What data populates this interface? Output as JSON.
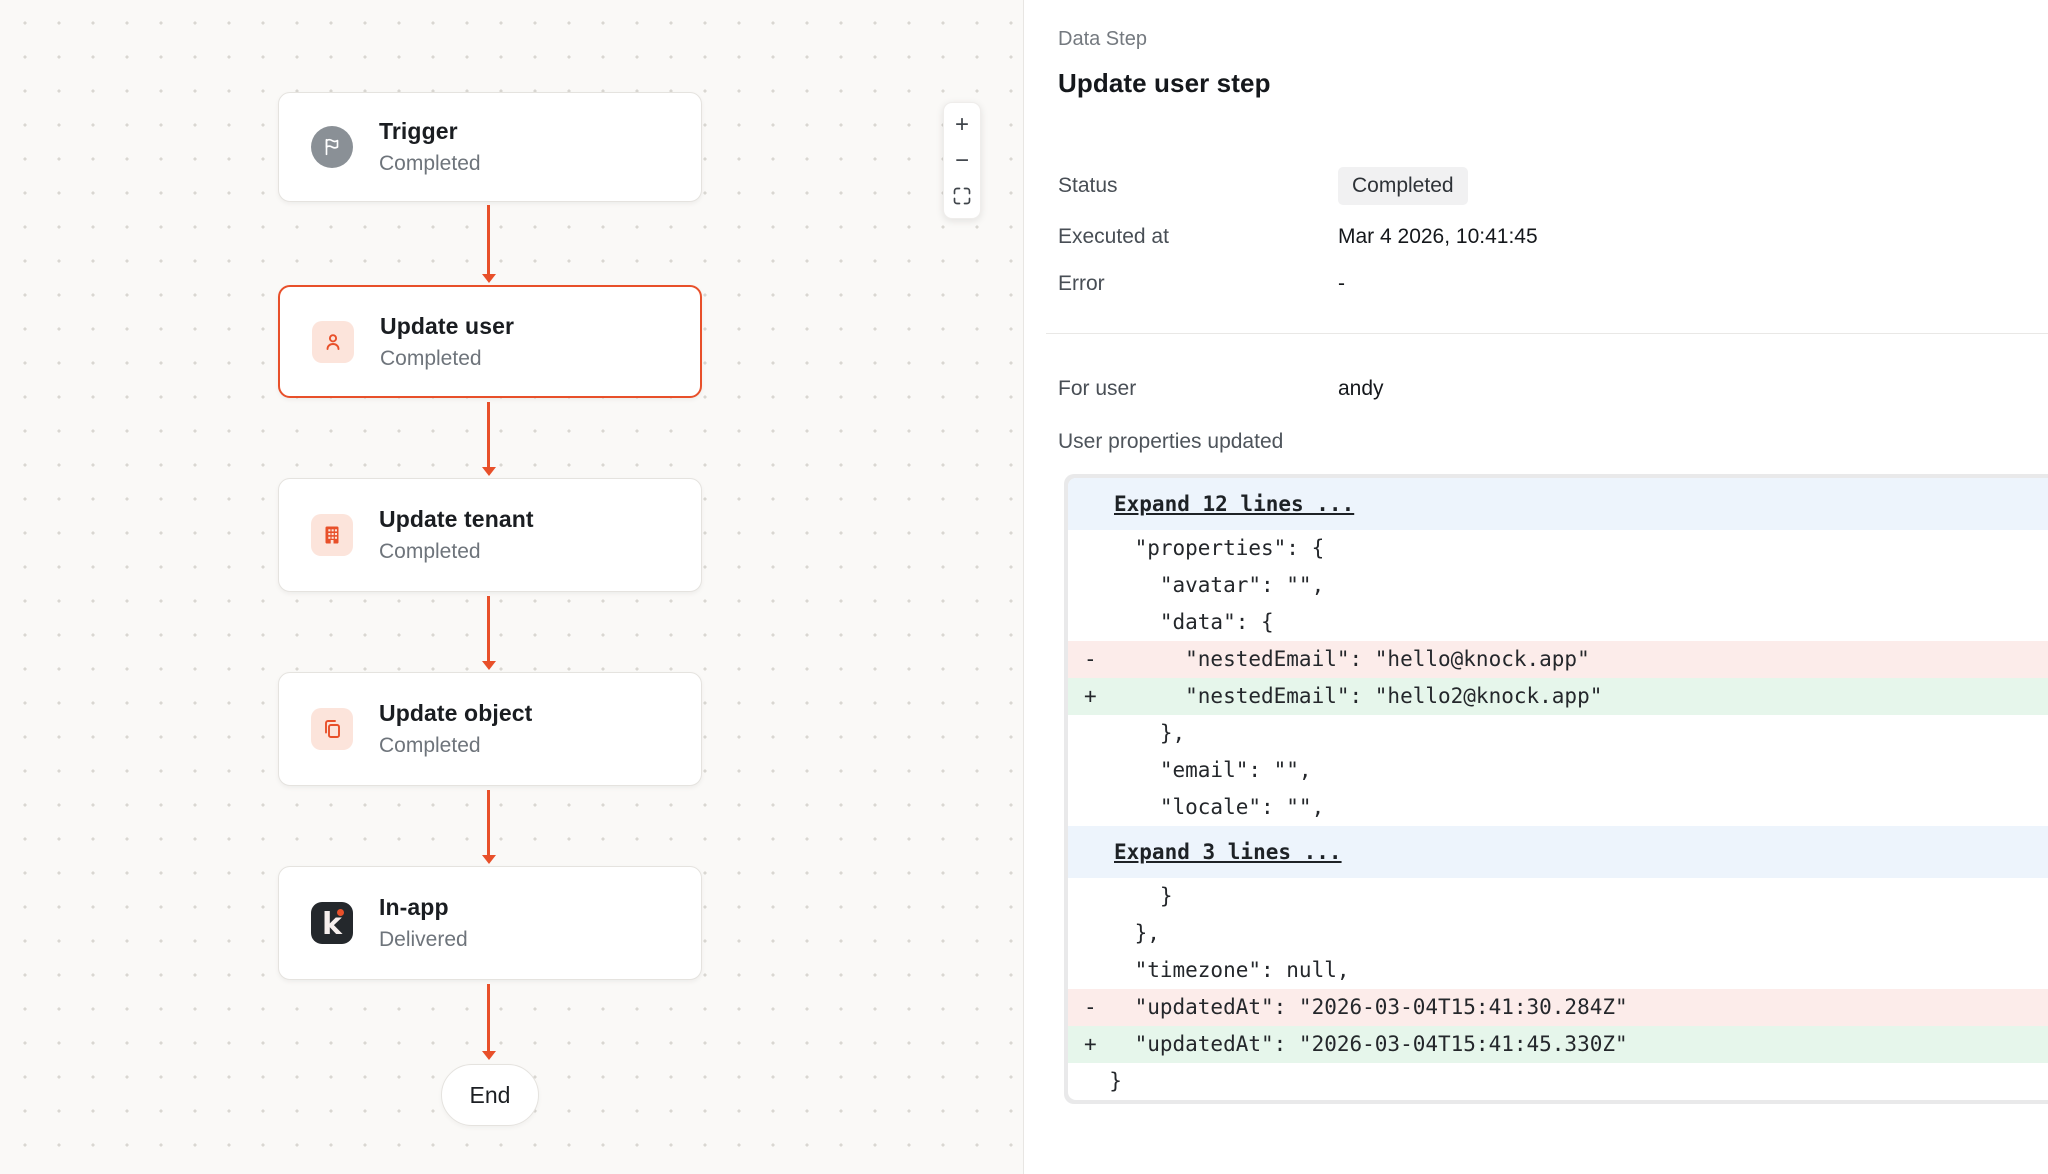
{
  "colors": {
    "accent": "#e8502a",
    "removed-bg": "#fcecea",
    "added-bg": "#e6f6eb",
    "expand-bg": "#edf4fc"
  },
  "canvas": {
    "nodes": [
      {
        "title": "Trigger",
        "status": "Completed",
        "icon": "flag-icon"
      },
      {
        "title": "Update user",
        "status": "Completed",
        "icon": "user-icon",
        "selected": true
      },
      {
        "title": "Update tenant",
        "status": "Completed",
        "icon": "building-icon"
      },
      {
        "title": "Update object",
        "status": "Completed",
        "icon": "copy-icon"
      },
      {
        "title": "In-app",
        "status": "Delivered",
        "icon": "knock-logo-icon"
      }
    ],
    "end_label": "End",
    "zoom_controls": {
      "zoom_in": "+",
      "zoom_out": "−"
    }
  },
  "panel": {
    "eyebrow": "Data Step",
    "title": "Update user step",
    "fields": [
      {
        "label": "Status",
        "value": "Completed"
      },
      {
        "label": "Executed at",
        "value": "Mar 4 2026, 10:41:45"
      },
      {
        "label": "Error",
        "value": "-"
      }
    ],
    "for_user": {
      "label": "For user",
      "value": "andy"
    },
    "diff_heading": "User properties updated",
    "diff": {
      "lines": [
        {
          "type": "expand",
          "text": "Expand 12 lines ..."
        },
        {
          "type": "context",
          "text": "    \"properties\": {"
        },
        {
          "type": "context",
          "text": "      \"avatar\": \"\","
        },
        {
          "type": "context",
          "text": "      \"data\": {"
        },
        {
          "type": "removed",
          "text": "-       \"nestedEmail\": \"hello@knock.app\""
        },
        {
          "type": "added",
          "text": "+       \"nestedEmail\": \"hello2@knock.app\""
        },
        {
          "type": "context",
          "text": "      },"
        },
        {
          "type": "context",
          "text": "      \"email\": \"\","
        },
        {
          "type": "context",
          "text": "      \"locale\": \"\","
        },
        {
          "type": "expand",
          "text": "Expand 3 lines ..."
        },
        {
          "type": "context",
          "text": "      }"
        },
        {
          "type": "context",
          "text": "    },"
        },
        {
          "type": "context",
          "text": "    \"timezone\": null,"
        },
        {
          "type": "removed",
          "text": "-   \"updatedAt\": \"2026-03-04T15:41:30.284Z\""
        },
        {
          "type": "added",
          "text": "+   \"updatedAt\": \"2026-03-04T15:41:45.330Z\""
        },
        {
          "type": "context",
          "text": "  }"
        }
      ]
    }
  }
}
